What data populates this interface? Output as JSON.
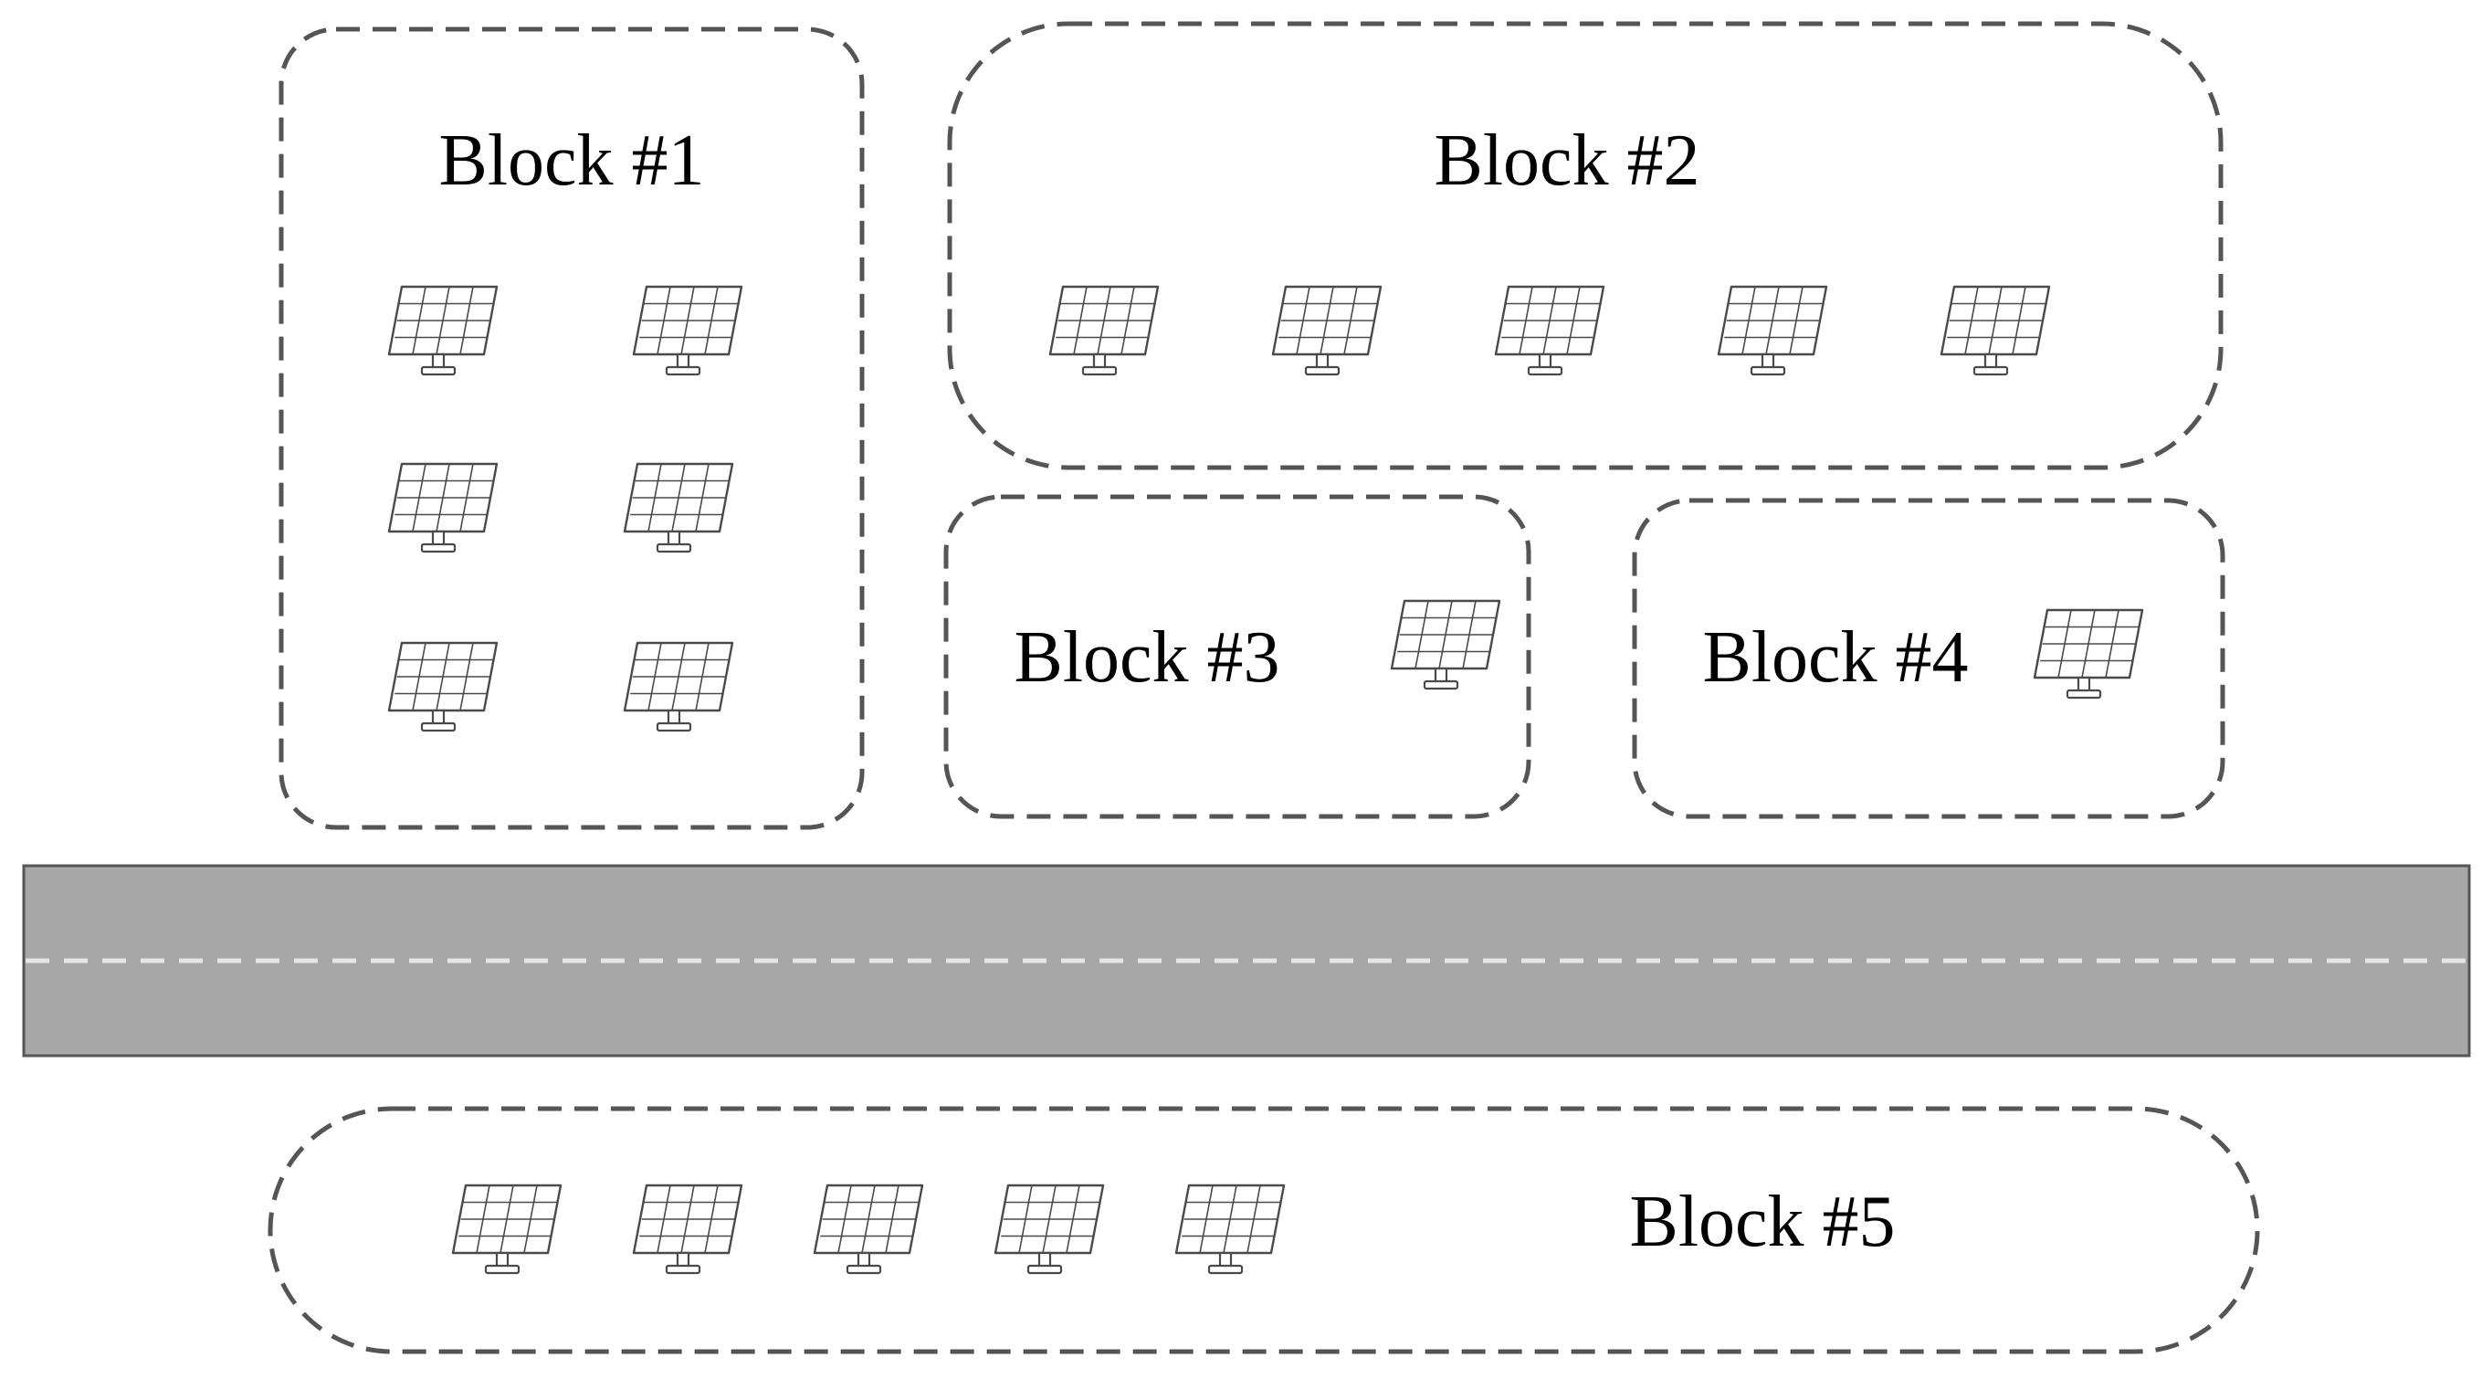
{
  "blocks": [
    {
      "label": "Block #1",
      "panel_count": 6
    },
    {
      "label": "Block #2",
      "panel_count": 5
    },
    {
      "label": "Block #3",
      "panel_count": 1
    },
    {
      "label": "Block #4",
      "panel_count": 1
    },
    {
      "label": "Block #5",
      "panel_count": 5
    }
  ],
  "road": {
    "centerline": "dashed"
  },
  "colors": {
    "outline": "#555555",
    "road": "#a7a7a7",
    "centerline": "#e6e6e6",
    "panel": "#4a4a4a"
  },
  "icons": {
    "panel": "solar-panel-icon"
  }
}
